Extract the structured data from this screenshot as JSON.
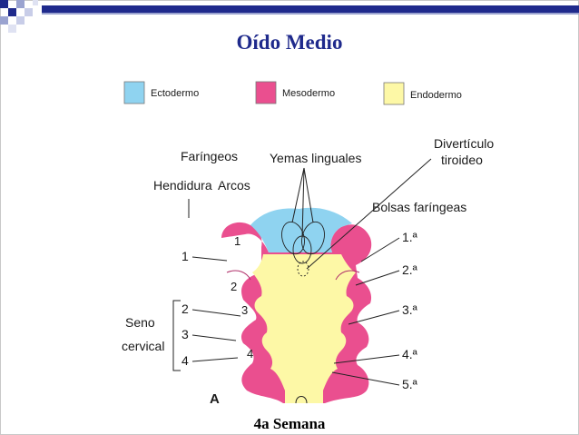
{
  "slide": {
    "title": "Oído Medio",
    "caption": "4a Semana"
  },
  "legend": [
    {
      "label": "Ectodermo",
      "color": "#8fd3f0"
    },
    {
      "label": "Mesodermo",
      "color": "#ea4f8f"
    },
    {
      "label": "Endodermo",
      "color": "#fdf8a6"
    }
  ],
  "diagram": {
    "left_header_top": "Faríngeos",
    "hendidura": "Hendidura",
    "arcos": "Arcos",
    "yemas": "Yemas linguales",
    "diverticulo_line1": "Divertículo",
    "diverticulo_line2": "tiroideo",
    "bolsas": "Bolsas faríngeas",
    "seno_line1": "Seno",
    "seno_line2": "cervical",
    "panel_letter": "A",
    "hendidura_numbers": [
      "1",
      "2",
      "3",
      "4"
    ],
    "arch_numbers": [
      "1",
      "2",
      "3",
      "4"
    ],
    "bolsa_labels": [
      "1.ª",
      "2.ª",
      "3.ª",
      "4.ª",
      "5.ª"
    ]
  }
}
